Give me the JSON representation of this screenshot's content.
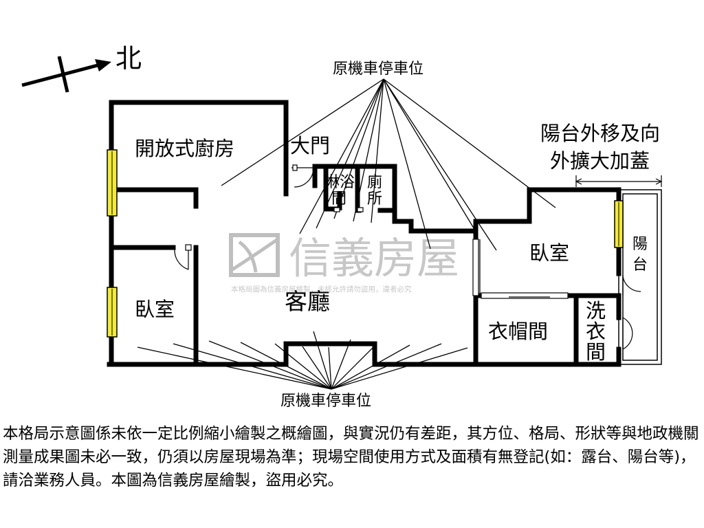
{
  "compass": {
    "label": "北"
  },
  "parking_top": {
    "label": "原機車停車位"
  },
  "parking_bottom": {
    "label": "原機車停車位"
  },
  "balcony_note": {
    "line1": "陽台外移及向",
    "line2": "外擴大加蓋"
  },
  "rooms": {
    "kitchen": "開放式廚房",
    "main_door": "大門",
    "shower_line1": "淋浴",
    "shower_line2": "間",
    "toilet_line1": "廁",
    "toilet_line2": "所",
    "bedroom_left": "臥室",
    "living_room": "客廳",
    "bedroom_right": "臥室",
    "balcony_line1": "陽",
    "balcony_line2": "台",
    "closet": "衣帽間",
    "laundry_line1": "洗",
    "laundry_line2": "衣",
    "laundry_line3": "間"
  },
  "watermark": {
    "brand": "信義房屋",
    "notice": "本格局圖為信義房屋繪製，未經允許請勿盜用，違者必究"
  },
  "disclaimer": "本格局示意圖係未依一定比例縮小繪製之概繪圖，與實況仍有差距，其方位、格局、形狀等與地政機關測量成果圖未必一致，仍須以房屋現場為準；現場空間使用方式及面積有無登記(如：露台、陽台等)，請洽業務人員。本圖為信義房屋繪製，盜用必究。",
  "colors": {
    "window": "#f2ea3c",
    "wall": "#000000",
    "watermark": "#9a9a9a"
  }
}
